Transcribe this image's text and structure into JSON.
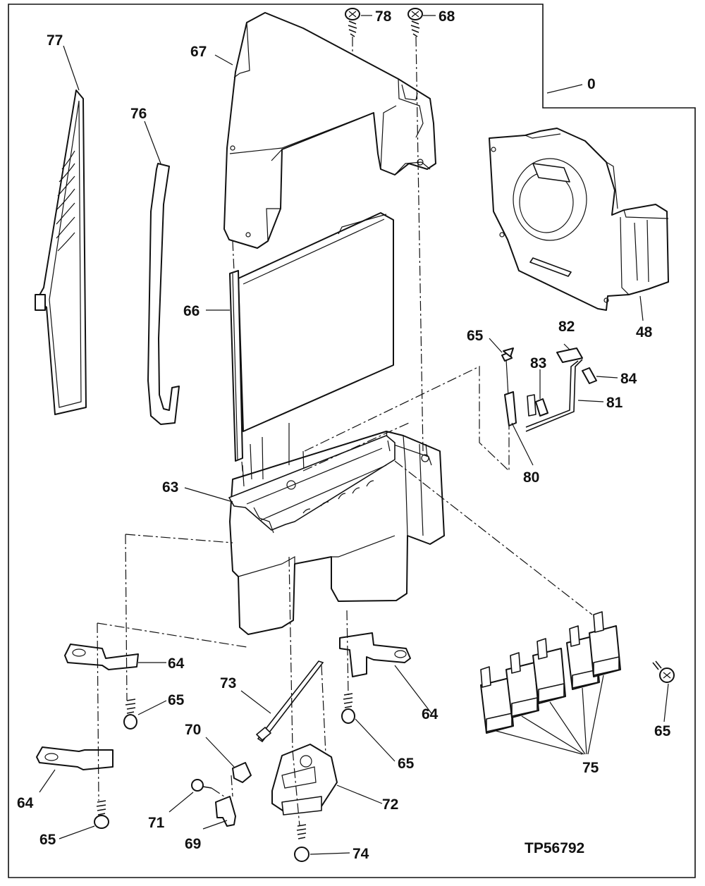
{
  "diagram": {
    "reference": "TP56792",
    "callouts": {
      "c77": "77",
      "c76": "76",
      "c78": "78",
      "c68": "68",
      "c67": "67",
      "c0": "0",
      "c66": "66",
      "c48": "48",
      "c65a": "65",
      "c82": "82",
      "c83": "83",
      "c84": "84",
      "c81": "81",
      "c80": "80",
      "c63": "63",
      "c64a": "64",
      "c65b": "65",
      "c73": "73",
      "c64b": "64",
      "c70": "70",
      "c65c": "65",
      "c65d": "65",
      "c64c": "64",
      "c72": "72",
      "c71": "71",
      "c69": "69",
      "c65e": "65",
      "c74": "74",
      "c75": "75"
    }
  }
}
